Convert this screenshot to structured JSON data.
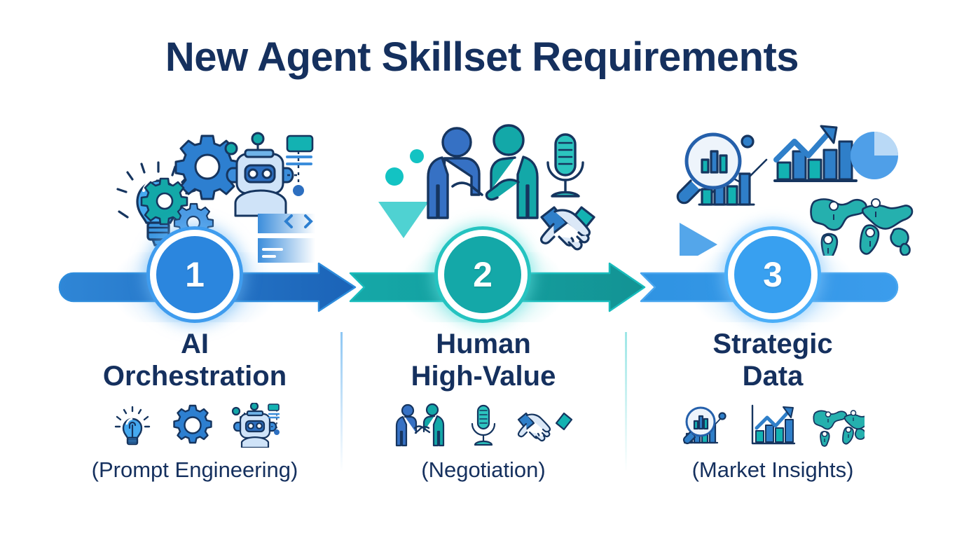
{
  "page": {
    "title": "New Agent Skillset Requirements",
    "background_color": "#ffffff",
    "title_color": "#15305e"
  },
  "colors": {
    "navy": "#15305e",
    "step1_blue": "#2b86de",
    "step2_teal": "#14a8a8",
    "step3_blue": "#38a0f0",
    "bar1": "#1d6fc4",
    "bar2": "#13a0a4",
    "bar3": "#2f8fe0",
    "divider1": "#9dcdf5",
    "divider2": "#9ce3e3"
  },
  "steps": [
    {
      "number": "1",
      "heading": "AI\nOrchestration",
      "subtitle": "(Prompt Engineering)",
      "accent": "#2b86de",
      "bar_color": "#1d6fc4",
      "icons": [
        "lightbulb-icon",
        "gear-icon",
        "robot-icon"
      ],
      "cluster_icons": [
        "lightbulb-icon",
        "gears-icon",
        "robot-icon",
        "ui-panel-icon"
      ]
    },
    {
      "number": "2",
      "heading": "Human\nHigh-Value",
      "subtitle": "(Negotiation)",
      "accent": "#14a8a8",
      "bar_color": "#13a0a4",
      "icons": [
        "people-handshake-icon",
        "microphone-icon",
        "handshake-icon"
      ],
      "cluster_icons": [
        "dots-icon",
        "triangle-down-icon",
        "people-handshake-icon",
        "microphone-icon",
        "handshake-icon"
      ]
    },
    {
      "number": "3",
      "heading": "Strategic\nData",
      "subtitle": "(Market Insights)",
      "accent": "#38a0f0",
      "bar_color": "#2f8fe0",
      "icons": [
        "magnifier-chart-icon",
        "growth-chart-icon",
        "world-map-icon"
      ],
      "cluster_icons": [
        "magnifier-chart-icon",
        "growth-chart-icon",
        "pie-chart-icon",
        "world-map-icon",
        "play-triangle-icon"
      ]
    }
  ]
}
